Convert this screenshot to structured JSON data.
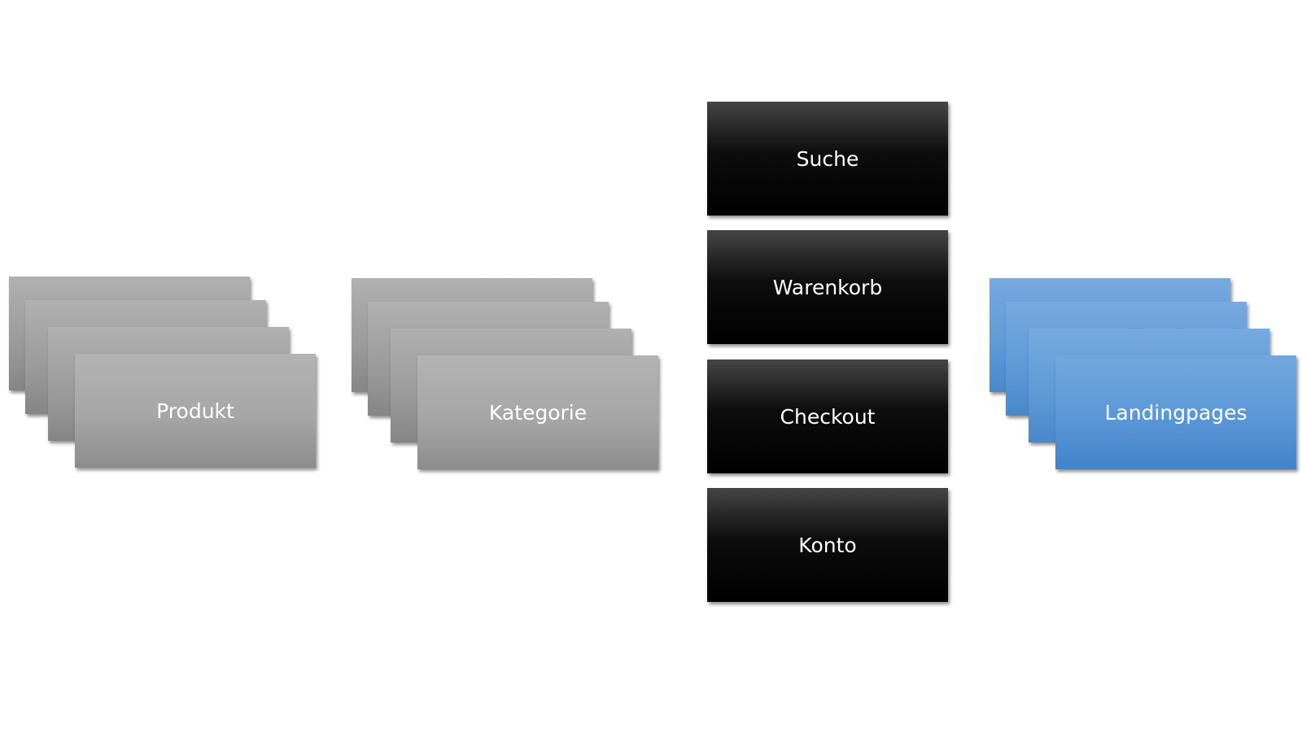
{
  "stacks": {
    "produkt": {
      "label": "Produkt"
    },
    "kategorie": {
      "label": "Kategorie"
    },
    "landingpages": {
      "label": "Landingpages"
    }
  },
  "singles": {
    "suche": {
      "label": "Suche"
    },
    "warenkorb": {
      "label": "Warenkorb"
    },
    "checkout": {
      "label": "Checkout"
    },
    "konto": {
      "label": "Konto"
    }
  },
  "colors": {
    "grey_card": "#a6a6a6",
    "black_card": "#000000",
    "blue_card": "#5b9bd5",
    "label_text": "#ffffff"
  }
}
